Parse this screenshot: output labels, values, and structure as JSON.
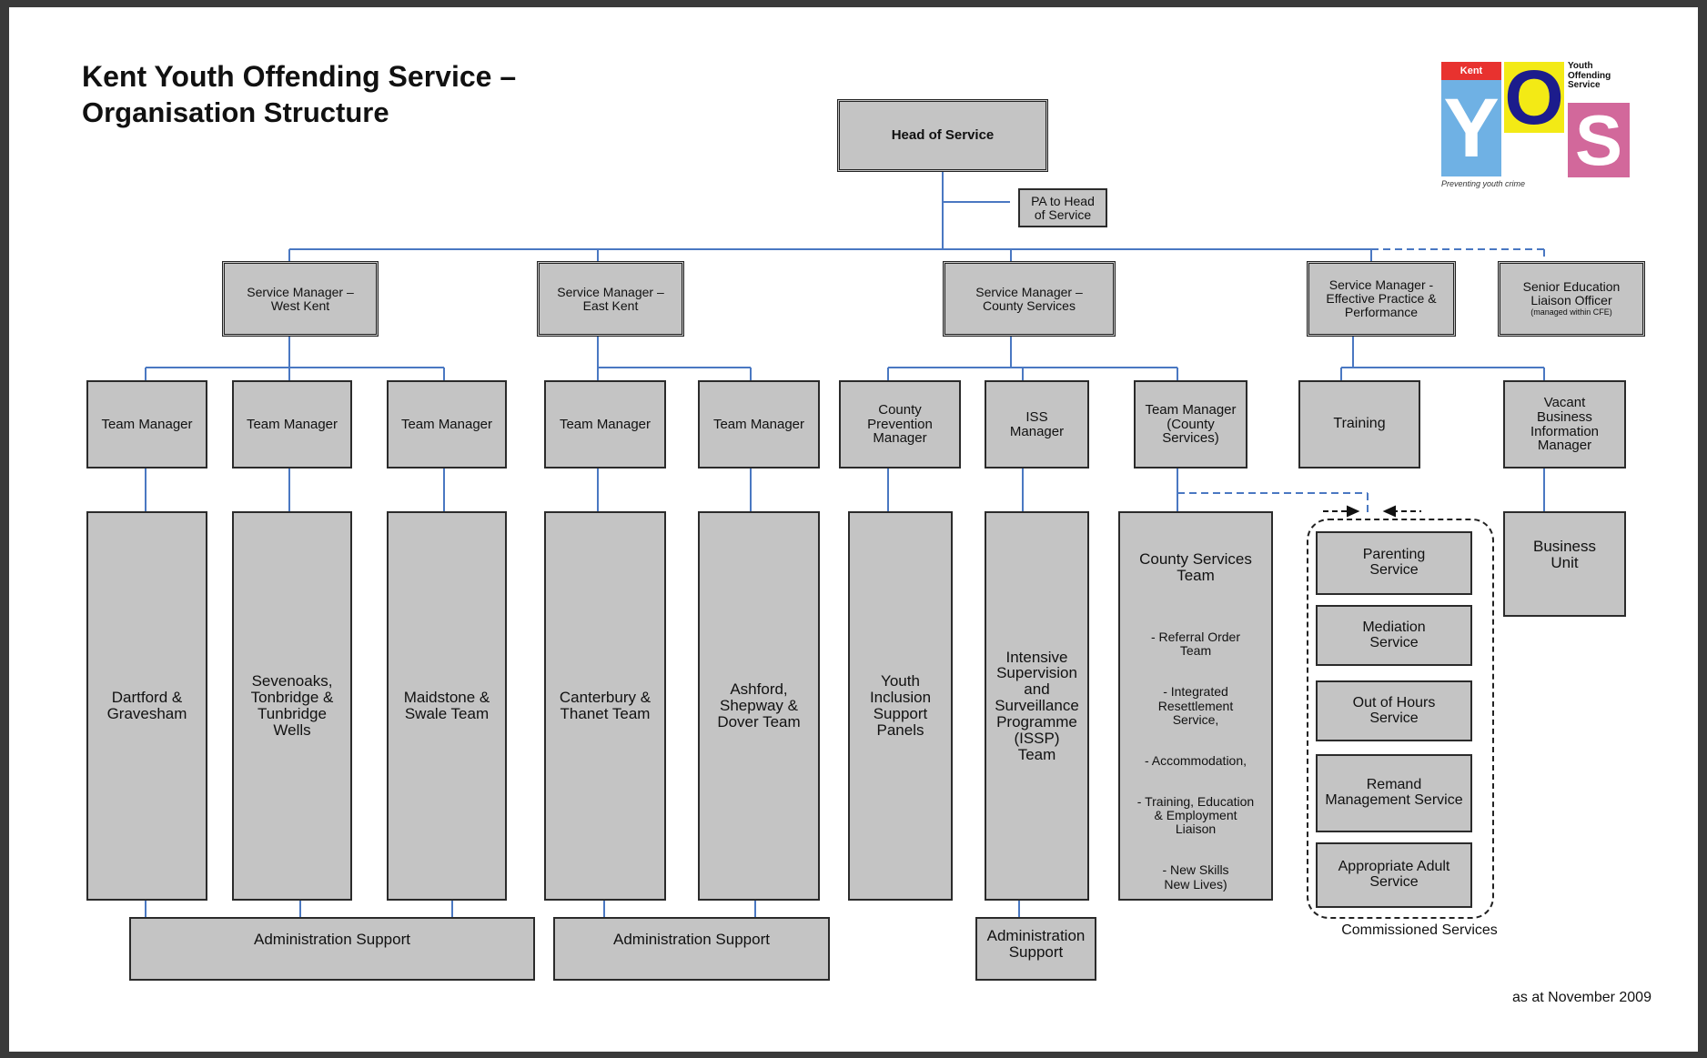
{
  "header": {
    "title": "Kent Youth Offending Service –",
    "subtitle": "Organisation Structure"
  },
  "logo": {
    "kent_label": "Kent",
    "letter_y": "Y",
    "letter_o": "O",
    "letter_s": "S",
    "service_text": "Youth Offending Service",
    "tagline": "Preventing youth crime",
    "colors": {
      "red": "#e8322f",
      "blue": "#6fb1e4",
      "yellow": "#f3ea15",
      "pink": "#d2689b"
    }
  },
  "nodes": {
    "head": "Head of Service",
    "pa": "PA to Head\nof Service",
    "sm_west": "Service Manager –\nWest Kent",
    "sm_east": "Service Manager –\nEast Kent",
    "sm_county": "Service Manager –\nCounty Services",
    "sm_practice": "Service Manager -\nEffective Practice &\nPerformance",
    "seo": "Senior Education\nLiaison Officer",
    "seo_note": "(managed within CFE)",
    "tm1": "Team Manager",
    "tm2": "Team Manager",
    "tm3": "Team Manager",
    "tm4": "Team Manager",
    "tm5": "Team Manager",
    "cpm": "County\nPrevention\nManager",
    "iss": "ISS\nManager",
    "tm_county": "Team Manager\n(County\nServices)",
    "training": "Training",
    "vacant": "Vacant\nBusiness\nInformation\nManager",
    "dartford": "Dartford &\nGravesham",
    "sevenoaks": "Sevenoaks,\nTonbridge &\nTunbridge Wells",
    "maidstone": "Maidstone &\nSwale Team",
    "canterbury": "Canterbury &\nThanet Team",
    "ashford": "Ashford,\nShepway &\nDover Team",
    "yisp": "Youth\nInclusion\nSupport\nPanels",
    "issp": "Intensive\nSupervision\nand\nSurveillance\nProgramme\n(ISSP)\nTeam",
    "county_team_title": "County Services\nTeam",
    "county_team_items": [
      "- Referral Order\nTeam",
      "- Integrated\nResettlement\nService,",
      "- Accommodation,",
      "- Training, Education\n& Employment\nLiaison",
      "- New Skills\nNew Lives)"
    ],
    "business_unit": "Business\nUnit",
    "parenting": "Parenting\nService",
    "mediation": "Mediation\nService",
    "out_of_hours": "Out of Hours\nService",
    "remand": "Remand\nManagement Service",
    "appropriate_adult": "Appropriate Adult\nService",
    "admin_west": "Administration Support",
    "admin_east": "Administration Support",
    "admin_county": "Administration\nSupport"
  },
  "commissioned_label": "Commissioned Services",
  "footer_note": "as at November 2009",
  "colors": {
    "connector": "#4a78c2",
    "box_fill": "#c4c4c4",
    "box_border": "#2b2b2b"
  }
}
